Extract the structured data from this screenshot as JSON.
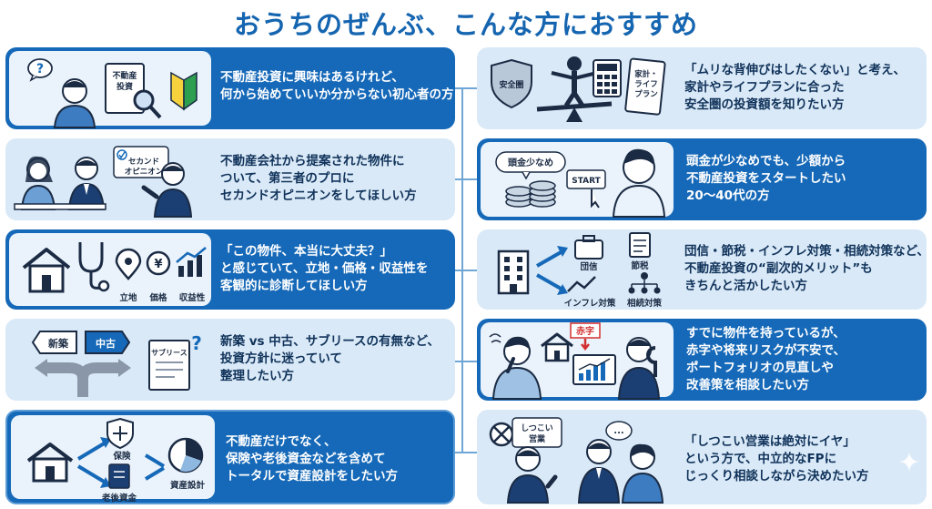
{
  "title": "おうちのぜんぶ、こんな方におすすめ",
  "colors": {
    "accent": "#1565b0",
    "card_dark": "#1669b8",
    "card_light": "#d9e9f7",
    "text_dark": "#10325a"
  },
  "left_cards": [
    {
      "lines": [
        "不動産投資に興味はあるけれど、",
        "何から始めていいか分からない初心者の方"
      ],
      "illus_labels": [
        "?",
        "不動産",
        "投資"
      ],
      "icons": [
        "question-bubble-icon",
        "person-icon",
        "book-icon",
        "magnifier-icon",
        "beginner-mark-icon"
      ]
    },
    {
      "lines": [
        "不動産会社から提案された物件に",
        "ついて、第三者のプロに",
        "セカンドオピニオンをしてほしい方"
      ],
      "illus_labels": [
        "セカンド",
        "オピニオン"
      ],
      "icons": [
        "woman-icon",
        "agent-icon",
        "advisor-icon",
        "check-icon"
      ]
    },
    {
      "lines": [
        "「この物件、本当に大丈夫？」",
        "と感じていて、立地・価格・収益性を",
        "客観的に診断してほしい方"
      ],
      "illus_labels": [
        "立地",
        "価格",
        "収益性",
        "¥"
      ],
      "icons": [
        "house-icon",
        "stethoscope-icon",
        "location-pin-icon",
        "yen-coin-icon",
        "growth-chart-icon"
      ]
    },
    {
      "lines": [
        "新築 vs 中古、サブリースの有無など、",
        "投資方針に迷っていて",
        "整理したい方"
      ],
      "illus_labels": [
        "新築",
        "中古",
        "サブリース",
        "?"
      ],
      "icons": [
        "signpost-icon",
        "fork-arrow-icon",
        "document-icon"
      ]
    },
    {
      "lines": [
        "不動産だけでなく、",
        "保険や老後資金などを含めて",
        "トータルで資産設計をしたい方"
      ],
      "illus_labels": [
        "保険",
        "老後資金",
        "資産設計"
      ],
      "icons": [
        "house-icon",
        "shield-icon",
        "passbook-icon",
        "pie-chart-icon",
        "arrow-icon"
      ]
    }
  ],
  "right_cards": [
    {
      "lines": [
        "「ムリな背伸びはしたくない」と考え、",
        "家計やライフプランに合った",
        "安全圏の投資額を知りたい方"
      ],
      "illus_labels": [
        "安全圏",
        "家計・",
        "ライフ",
        "プラン"
      ],
      "icons": [
        "shield-icon",
        "balance-person-icon",
        "calculator-icon",
        "notebook-icon"
      ]
    },
    {
      "lines": [
        "頭金が少なめでも、少額から",
        "不動産投資をスタートしたい",
        "20〜40代の方"
      ],
      "illus_labels": [
        "頭金少なめ",
        "START"
      ],
      "icons": [
        "coin-stack-icon",
        "start-button-icon",
        "young-man-icon"
      ]
    },
    {
      "lines": [
        "団信・節税・インフレ対策・相続対策など、",
        "不動産投資の“副次的メリット”も",
        "きちんと活かしたい方"
      ],
      "illus_labels": [
        "団信",
        "節税",
        "インフレ対策",
        "相続対策"
      ],
      "icons": [
        "building-icon",
        "briefcase-icon",
        "document-icon",
        "trend-icon",
        "family-tree-icon"
      ]
    },
    {
      "lines": [
        "すでに物件を持っているが、",
        "赤字や将来リスクが不安で、",
        "ポートフォリオの見直しや",
        "改善策を相談したい方"
      ],
      "illus_labels": [
        "赤字"
      ],
      "icons": [
        "worried-owner-icon",
        "house-icon",
        "monitor-chart-icon",
        "advisor-icon",
        "wrench-icon"
      ]
    },
    {
      "lines": [
        "「しつこい営業は絶対にイヤ」",
        "という方で、中立的なFPに",
        "じっくり相談しながら決めたい方"
      ],
      "illus_labels": [
        "しつこい",
        "営業",
        "..."
      ],
      "icons": [
        "prohibited-icon",
        "salesman-icon",
        "fp-advisor-icon",
        "client-icon",
        "sparkle-icon"
      ]
    }
  ]
}
